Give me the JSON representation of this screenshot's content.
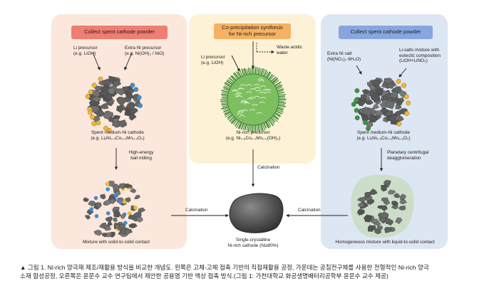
{
  "panels": {
    "left": {
      "header": "Collect spent cathode powder",
      "li_precursor": [
        "Li precursor",
        "(e.g. LiOH)"
      ],
      "ni_precursor": [
        "Extra Ni precursor",
        "(e.g. Ni(OH)₂ / NiO)"
      ],
      "cathode_name": "Spent medium-Ni cathode",
      "cathode_formula": "(e.g. LiₓNi₀.₅Co₀.₂Mn₀.₃O₂)",
      "step": [
        "High-energy",
        "ball milling"
      ],
      "result": "Mixture with solid-to-solid contact"
    },
    "middle": {
      "header": [
        "Co-precipitation synthesis",
        "for Ni-rich precursor"
      ],
      "waste": [
        "Waste acidic",
        "water"
      ],
      "li_precursor": [
        "Li precursor",
        "(e.g. LiOH)"
      ],
      "precursor_name": "Ni-rich precursor",
      "precursor_formula": "(e.g. Ni₀.₈Co₀.₁Mn₀.₁(OH)₂)",
      "step": "Calcination"
    },
    "right": {
      "header": "Collect spent cathode powder",
      "ni_salt": [
        "Extra Ni salt",
        "(Ni(NO₃)₂·6H₂O)"
      ],
      "li_salts": [
        "Li-salts mixture with",
        "eutectic composition",
        "(LiOH+LiNO₃)"
      ],
      "cathode_name": "Spent medium-Ni cathode",
      "cathode_formula": "(e.g. LiₓNi₀.₅Co₀.₂Mn₀.₃O₂)",
      "step": [
        "Planetary centrifugal",
        "deagglomeration"
      ],
      "result": "Homogeneous mixture with liquid-to-solid contact"
    }
  },
  "center": {
    "left_arrow": "Calcination",
    "right_arrow": "Calcination",
    "product_name": "Single-crystalline",
    "product_formula": "Ni-rich cathode (Ni≥80%)"
  },
  "caption": {
    "line1": "▲ 그림 1. Ni-rich 양극재 제조/재활용 방식을 비교한 개념도. 왼쪽은 고체-고체 접촉 기반의 직접재활용 공정, 가운데는 공침전구체를 사용한 전형적인 Ni-rich 양극",
    "line2": "소재 합성공정, 오른쪽은 윤문수 교수 연구팀에서 제안한 공용염 기반 액상 접촉 방식.(그림 1: 가천대학교 화공생명배터리공학부 윤문수 교수 제공)"
  },
  "colors": {
    "left_panel": "#fbe7dc",
    "middle_panel": "#fdf2d6",
    "right_panel": "#dde6f3",
    "left_header": "#f07d72",
    "middle_header": "#f6b262",
    "right_header": "#87a6e0",
    "li_particle": "#f2b731",
    "ni_particle_blue": "#3d8fd6",
    "ni_salt_green": "#2e9a48",
    "primary_particle": "#5f5f5f"
  }
}
